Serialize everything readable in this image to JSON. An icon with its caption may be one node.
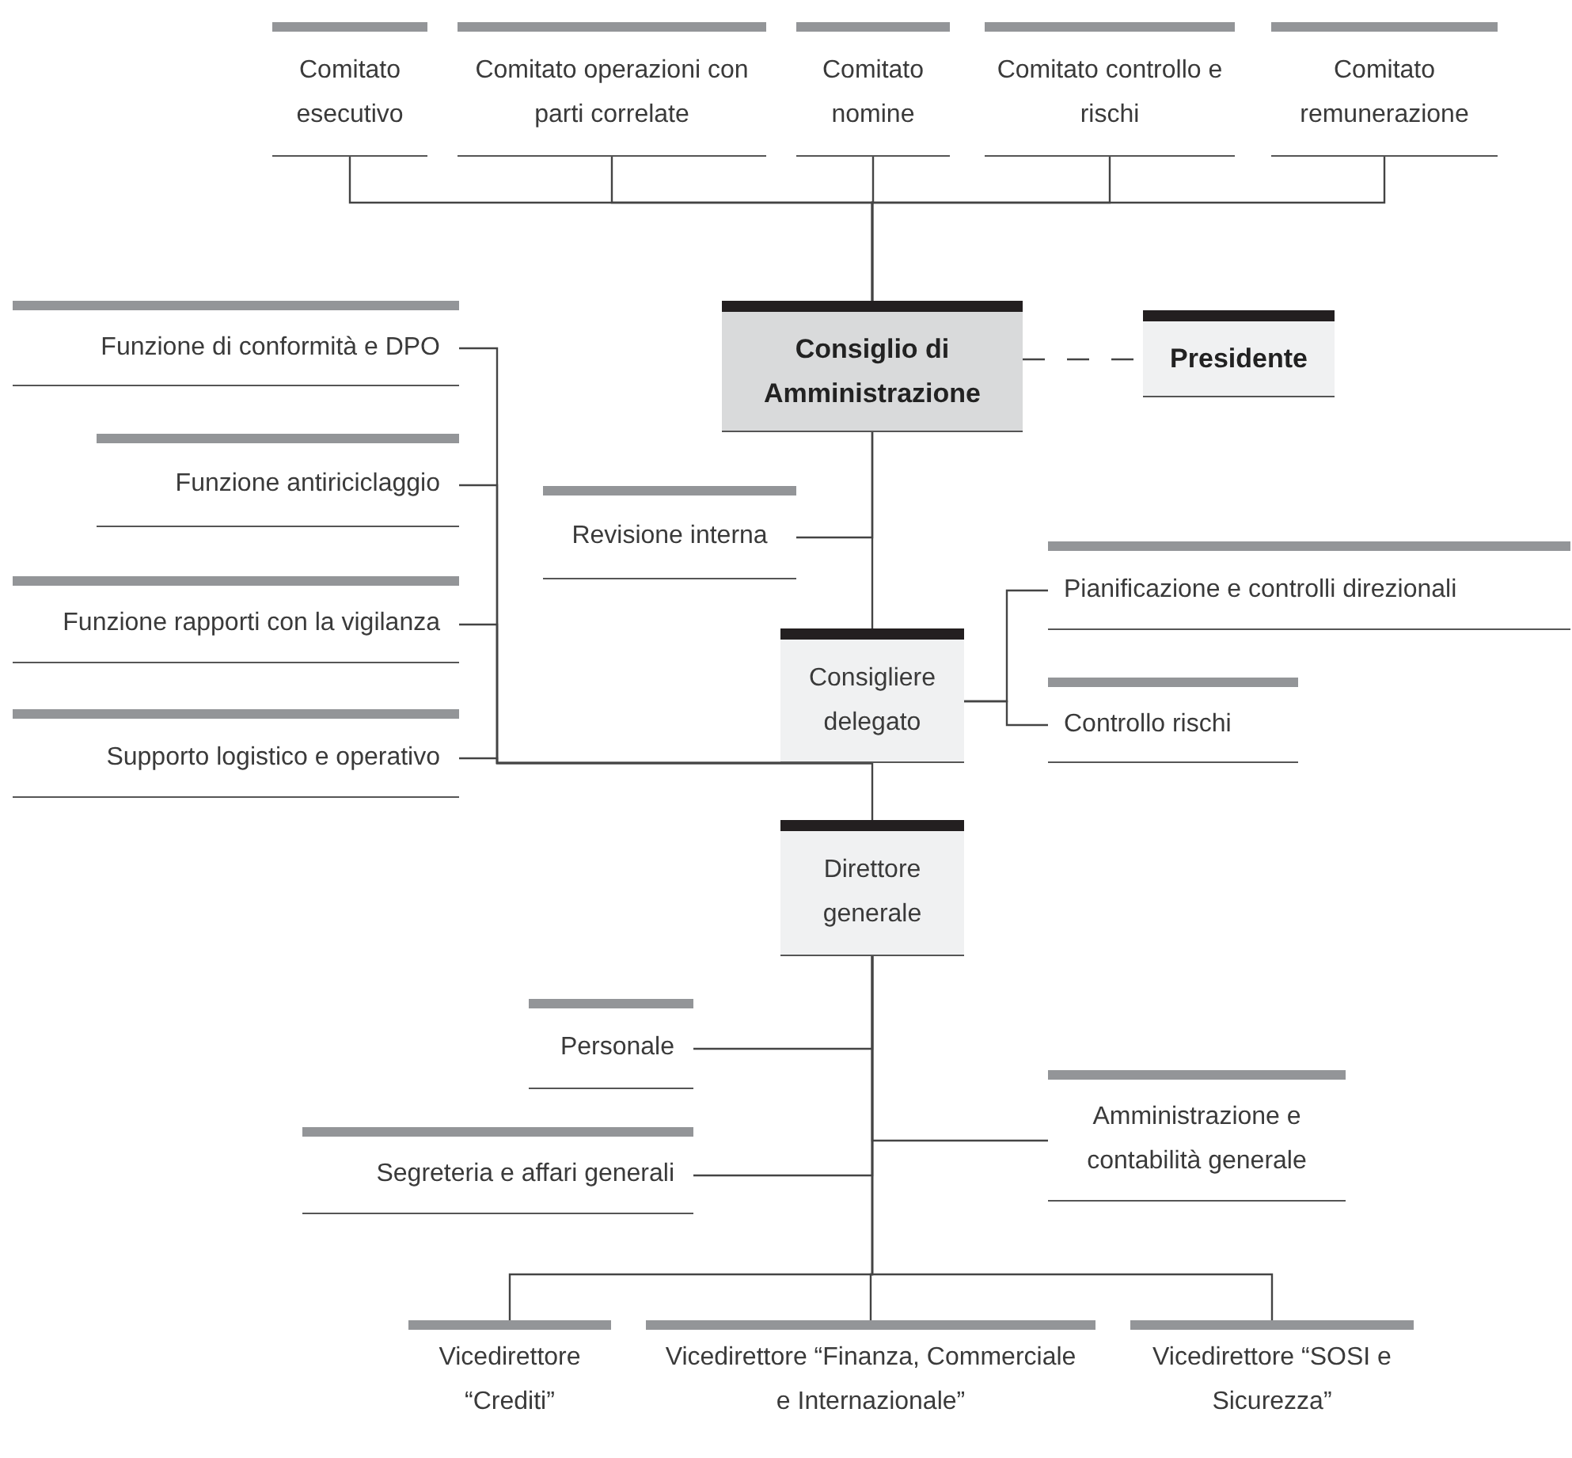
{
  "diagram": {
    "nodes": [
      {
        "text": [
          "Comitato esecutivo"
        ]
      },
      {
        "text": [
          "Comitato operazioni con parti correlate"
        ]
      },
      {
        "text": [
          "Comitato nomine"
        ]
      },
      {
        "text": [
          "Comitato controllo e rischi"
        ]
      },
      {
        "text": [
          "Comitato remunerazione"
        ]
      },
      {
        "text": [
          "Consiglio di Amministrazione"
        ]
      },
      {
        "text": [
          "Presidente"
        ]
      },
      {
        "text": [
          "Funzione di conformità e DPO"
        ]
      },
      {
        "text": [
          "Funzione antiriciclaggio"
        ]
      },
      {
        "text": [
          "Revisione interna"
        ]
      },
      {
        "text": [
          "Funzione rapporti con la vigilanza"
        ]
      },
      {
        "text": [
          "Supporto logistico e operativo"
        ]
      },
      {
        "text": [
          "Consigliere delegato"
        ]
      },
      {
        "text": [
          "Pianificazione e controlli direzionali"
        ]
      },
      {
        "text": [
          "Controllo rischi"
        ]
      },
      {
        "text": [
          "Direttore generale"
        ]
      },
      {
        "text": [
          "Personale"
        ]
      },
      {
        "text": [
          "Amministrazione e contabilità generale"
        ]
      },
      {
        "text": [
          "Segreteria e affari generali"
        ]
      },
      {
        "text": [
          "Vicedirettore “Crediti”"
        ]
      },
      {
        "text": [
          "Vicedirettore “Finanza, Commerciale e Internazionale”"
        ]
      },
      {
        "text": [
          "Vicedirettore “SOSI e Sicurezza”"
        ]
      }
    ],
    "edges": [
      {
        "from": 5,
        "to": 0,
        "arrow": "none"
      },
      {
        "from": 5,
        "to": 1,
        "arrow": "none"
      },
      {
        "from": 5,
        "to": 2,
        "arrow": "none"
      },
      {
        "from": 5,
        "to": 3,
        "arrow": "none"
      },
      {
        "from": 5,
        "to": 4,
        "arrow": "none"
      },
      {
        "from": 5,
        "to": 6,
        "arrow": "none",
        "style": "dashed"
      },
      {
        "from": 5,
        "to": 9,
        "arrow": "none"
      },
      {
        "from": 5,
        "to": 12,
        "arrow": "none"
      },
      {
        "from": 12,
        "to": 7,
        "arrow": "none"
      },
      {
        "from": 12,
        "to": 8,
        "arrow": "none"
      },
      {
        "from": 12,
        "to": 10,
        "arrow": "none"
      },
      {
        "from": 12,
        "to": 11,
        "arrow": "none"
      },
      {
        "from": 12,
        "to": 13,
        "arrow": "none"
      },
      {
        "from": 12,
        "to": 14,
        "arrow": "none"
      },
      {
        "from": 12,
        "to": 15,
        "arrow": "none"
      },
      {
        "from": 15,
        "to": 16,
        "arrow": "none"
      },
      {
        "from": 15,
        "to": 17,
        "arrow": "none"
      },
      {
        "from": 15,
        "to": 18,
        "arrow": "none"
      },
      {
        "from": 15,
        "to": 19,
        "arrow": "none"
      },
      {
        "from": 15,
        "to": 20,
        "arrow": "none"
      },
      {
        "from": 15,
        "to": 21,
        "arrow": "none"
      }
    ]
  }
}
